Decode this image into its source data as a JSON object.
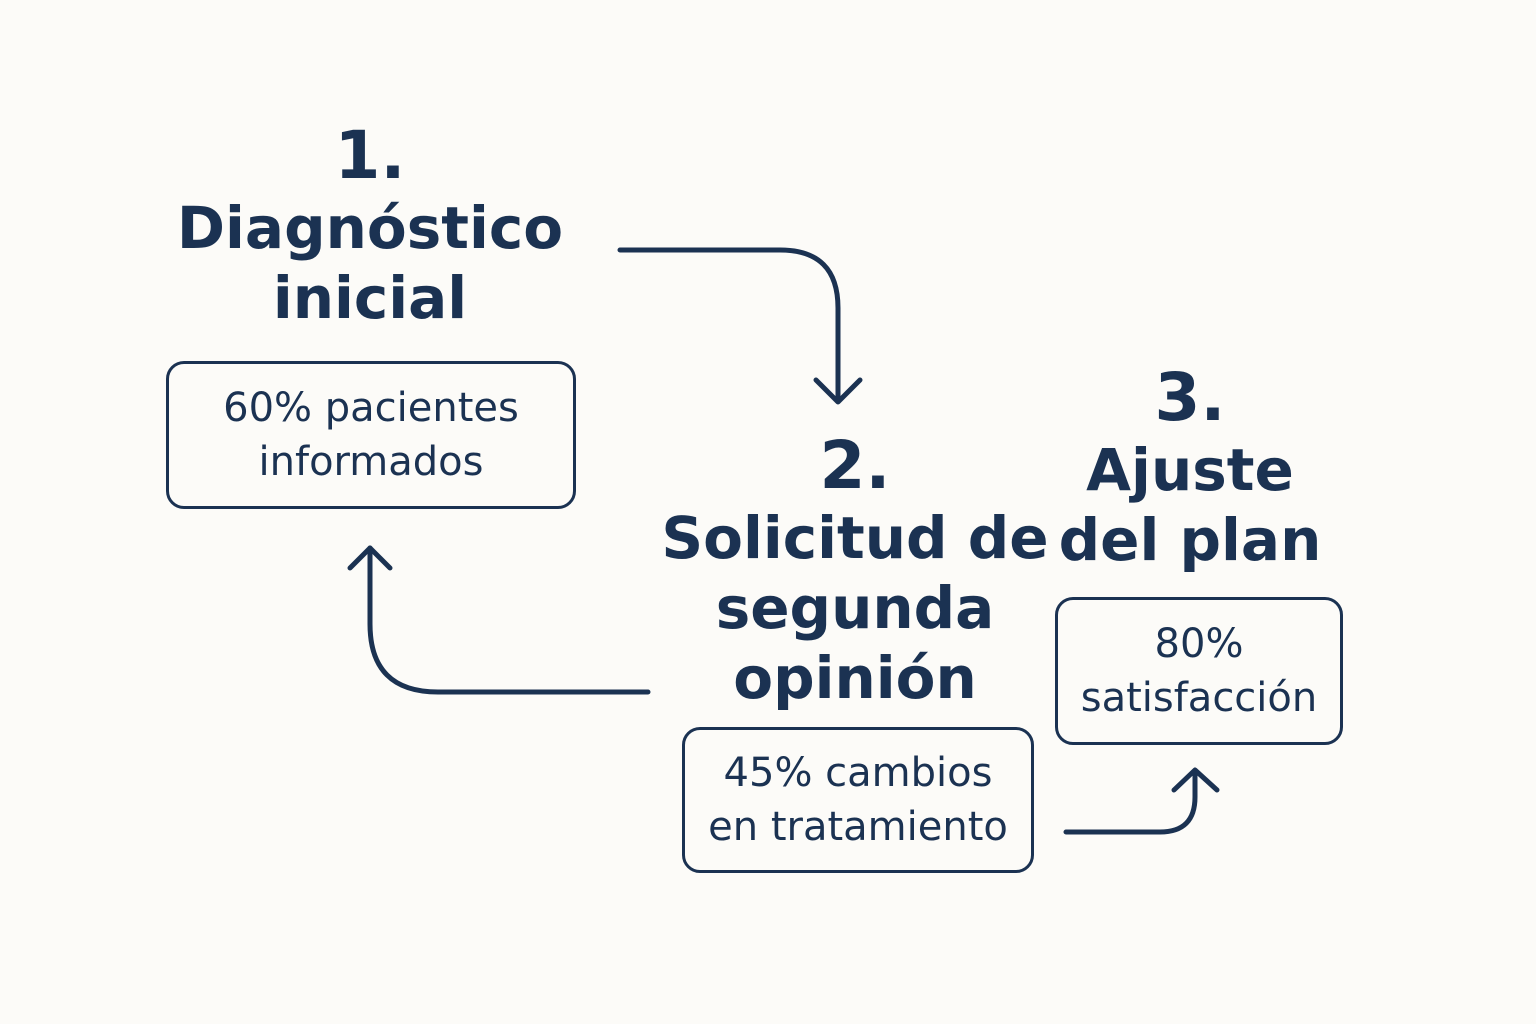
{
  "steps": [
    {
      "number": "1.",
      "title_lines": [
        "Diagnóstico",
        "inicial"
      ],
      "stat_lines": [
        "60% pacientes",
        "informados"
      ]
    },
    {
      "number": "2.",
      "title_lines": [
        "Solicitud de",
        "segunda",
        "opinión"
      ],
      "stat_lines": [
        "45% cambios",
        "en tratamiento"
      ]
    },
    {
      "number": "3.",
      "title_lines": [
        "Ajuste",
        "del plan"
      ],
      "stat_lines": [
        "80%",
        "satisfacción"
      ]
    }
  ],
  "colors": {
    "ink": "#1b3252",
    "background": "#fcfbf8"
  },
  "icons": [
    "arrow-curved-down-icon",
    "arrow-curved-up-return-icon",
    "arrow-curved-up-icon"
  ]
}
